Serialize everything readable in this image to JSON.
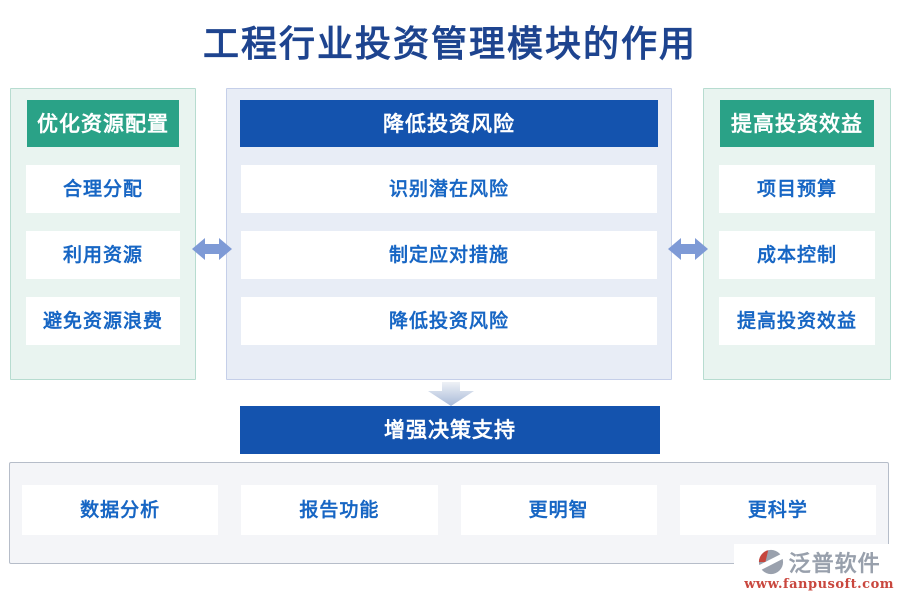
{
  "title": "工程行业投资管理模块的作用",
  "columns": [
    {
      "header": "优化资源配置",
      "items": [
        "合理分配",
        "利用资源",
        "避免资源浪费"
      ]
    },
    {
      "header": "降低投资风险",
      "items": [
        "识别潜在风险",
        "制定应对措施",
        "降低投资风险"
      ]
    },
    {
      "header": "提高投资效益",
      "items": [
        "项目预算",
        "成本控制",
        "提高投资效益"
      ]
    }
  ],
  "decision": {
    "header": "增强决策支持",
    "items": [
      "数据分析",
      "报告功能",
      "更明智",
      "更科学"
    ]
  },
  "branding": {
    "company": "泛普软件",
    "website": "www.fanpusoft.com"
  },
  "icons": {
    "left_right_arrow": "double-headed-horizontal-arrow",
    "down_arrow": "block-arrow-down",
    "brand_mark": "fanpu-circle-logo"
  },
  "colors": {
    "title_text": "#1e448f",
    "accent_green": "#2aa287",
    "accent_blue": "#1453ae",
    "item_text": "#1766c4",
    "panel_green_bg": "#e9f4f0",
    "panel_green_border": "#b7dcd0",
    "panel_blue_bg": "#e8edf6",
    "panel_blue_border": "#c5cfe9",
    "bottom_panel_bg": "#f4f5f8",
    "bottom_panel_border": "#b6bdc9",
    "connector_arrow": "#7e9ad6",
    "brand_gray": "#98a0ac",
    "brand_red": "#c9473e"
  }
}
